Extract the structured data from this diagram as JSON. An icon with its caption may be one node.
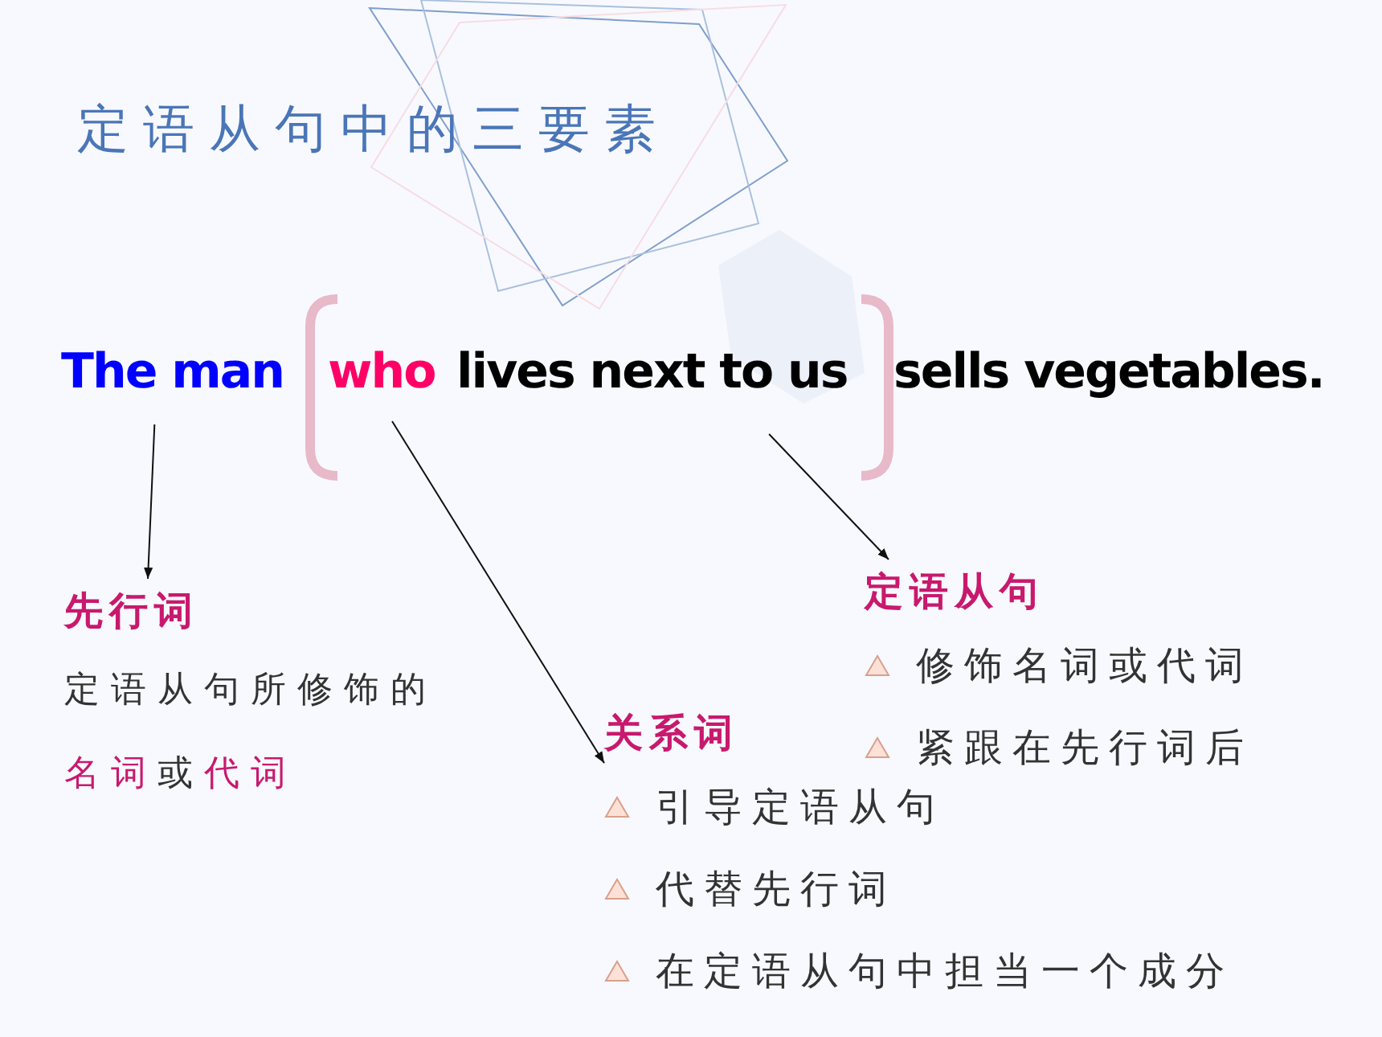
{
  "diagram": {
    "title": "定语从句中的三要素",
    "nodes": [
      {
        "text": [
          "The man"
        ]
      },
      {
        "text": [
          "who"
        ]
      },
      {
        "text": [
          "lives next to us"
        ]
      },
      {
        "text": [
          "先行词",
          "定语从句所修饰的**名词**或**代词**"
        ]
      },
      {
        "text": [
          "关系词",
          "引导定语从句",
          "代替先行词",
          "在定语从句中担当一个成分"
        ]
      },
      {
        "text": [
          "定语从句",
          "修饰名词或代词",
          "紧跟在先行词后"
        ]
      }
    ],
    "edges": [
      {
        "from": 0,
        "to": 3,
        "arrow": "to"
      },
      {
        "from": 1,
        "to": 4,
        "arrow": "to"
      },
      {
        "from": 2,
        "to": 5,
        "arrow": "to"
      }
    ],
    "labels": [
      "sells vegetables."
    ]
  }
}
